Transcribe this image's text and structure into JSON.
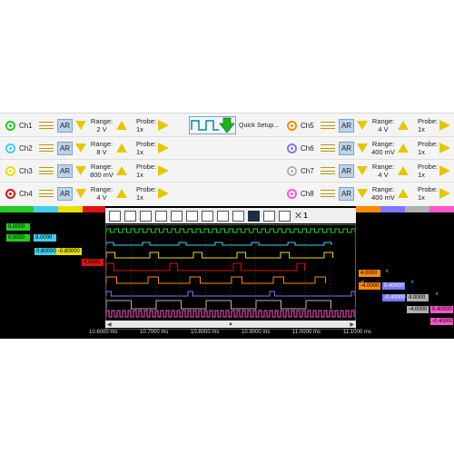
{
  "channels_left": [
    {
      "name": "Ch1",
      "color": "#22cc22",
      "coupling": "AR",
      "range_label": "Range:",
      "range": "2 V",
      "probe_label": "Probe:",
      "probe": "1x"
    },
    {
      "name": "Ch2",
      "color": "#3fd0ee",
      "coupling": "AR",
      "range_label": "Range:",
      "range": "8 V",
      "probe_label": "Probe:",
      "probe": "1x"
    },
    {
      "name": "Ch3",
      "color": "#e8e000",
      "coupling": "AR",
      "range_label": "Range:",
      "range": "800 mV",
      "probe_label": "Probe:",
      "probe": "1x"
    },
    {
      "name": "Ch4",
      "color": "#e01010",
      "coupling": "AR",
      "range_label": "Range:",
      "range": "4 V",
      "probe_label": "Probe:",
      "probe": "1x"
    }
  ],
  "channels_right": [
    {
      "name": "Ch5",
      "color": "#ff8a00",
      "coupling": "AR",
      "range_label": "Range:",
      "range": "4 V",
      "probe_label": "Probe:",
      "probe": "1x"
    },
    {
      "name": "Ch6",
      "color": "#7a78ff",
      "coupling": "AR",
      "range_label": "Range:",
      "range": "400 mV",
      "probe_label": "Probe:",
      "probe": "1x"
    },
    {
      "name": "Ch7",
      "color": "#b0b0b0",
      "coupling": "AR",
      "range_label": "Range:",
      "range": "4 V",
      "probe_label": "Probe:",
      "probe": "1x"
    },
    {
      "name": "Ch8",
      "color": "#ff55cc",
      "coupling": "AR",
      "range_label": "Range:",
      "range": "400 mV",
      "probe_label": "Probe:",
      "probe": "1x"
    }
  ],
  "quick_setup": {
    "label": "Quick Setup..."
  },
  "left_offsets": [
    "0.0000",
    "0.0000",
    "8.0000",
    "0.80000",
    "-0.80000",
    "4.0000"
  ],
  "right_offsets": [
    "4.0000",
    "-4.0000",
    "0.40000",
    "-0.40000",
    "4.0000",
    "-4.0000",
    "0.40000",
    "-0.40000"
  ],
  "toolbar": {
    "close_count": "1"
  },
  "time_axis": {
    "ticks": [
      "10.6000 ms",
      "10.7000 ms",
      "10.8000 ms",
      "10.9000 ms",
      "11.0000 ms",
      "11.1000 ms"
    ]
  },
  "colors": {
    "accent": "#e3c800",
    "ar_button": "#bcd3ea"
  },
  "icons": [
    "coupling-icon",
    "range-down-icon",
    "range-up-icon",
    "probe-icon",
    "quick-setup-icon",
    "close-icon"
  ]
}
